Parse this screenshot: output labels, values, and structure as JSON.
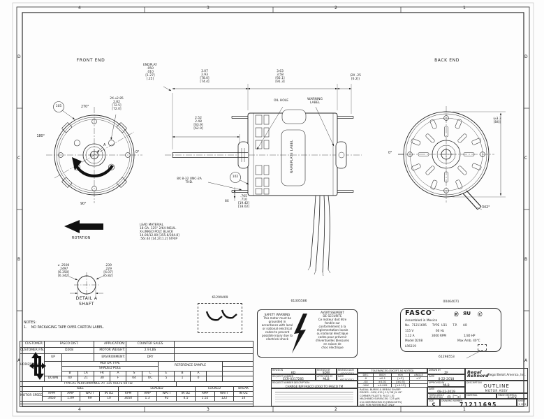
{
  "zones": {
    "cols": [
      "4",
      "3",
      "2",
      "1"
    ],
    "rows": [
      "D",
      "C",
      "B",
      "A"
    ]
  },
  "front": {
    "title": "FRONT END",
    "balloon": "105",
    "a270": "270°",
    "a0": "0°",
    "a180": "180°",
    "a90": "90°",
    "label_a": "A",
    "dim_bolt": [
      "2X ⌀2.85",
      "2.82",
      "[72.5]",
      "[72.0]"
    ],
    "rotation": "ROTATION"
  },
  "side": {
    "endplay": [
      "ENDPLAY",
      ".050",
      ".010",
      "[1.27]",
      "[.25]"
    ],
    "len1": [
      "3.07",
      "2.93",
      "[78.0]",
      "[74.4]"
    ],
    "len2": [
      "3.63",
      "3.58",
      "[92.1]",
      "[91.3]"
    ],
    "studs": [
      "(2X .25",
      "[6.2])"
    ],
    "oil": "OIL HOLE",
    "warn": [
      "WARNING",
      "LABEL"
    ],
    "shaft_len": [
      "2.52",
      "2.48",
      "[63.9]",
      "[62.9]"
    ],
    "balloon": "102",
    "thread": [
      "8X 8-32 UNC-2A",
      "THD."
    ],
    "qty8": "8X",
    "dim8": [
      ".765",
      ".710",
      "[19.42]",
      "[18.02]"
    ],
    "nameplate_label": "NAMEPLATE LABEL"
  },
  "back": {
    "title": "BACK END",
    "dia": [
      "(⌀3.3",
      "[84])"
    ],
    "a0": "0°",
    "a342": "342°"
  },
  "detail": {
    "title": "DETAIL A",
    "subtitle": "SHAFT",
    "dia": [
      "⌀ .2500",
      ".2497",
      "[6.350]",
      "[6.342]"
    ],
    "flat": [
      ".239",
      ".229",
      "[6.07]",
      "[5.82]"
    ]
  },
  "notes": {
    "heading": "NOTES:",
    "item1": "1.    NO PACKAGING TAPE OVER CARTON LABEL."
  },
  "lead_material": [
    "LEAD MATERIAL",
    "18 GA. 125° 2/64 INSUL.",
    "X-LINKED POLY. BLACK",
    "14.00/12.00 [355.6/304.8]",
    ".56/.44 [14.2/11.2] STRIP"
  ],
  "parts": {
    "leads": "61299409",
    "safety": "61305586",
    "nameplate": "00464071",
    "carton": "61298553"
  },
  "safety": {
    "en": [
      "SAFETY WARNING",
      "This motor must be",
      "grounded in",
      "accordance with local",
      "or national electrical",
      "codes to prevent",
      "possible injury due to",
      "electrical shock"
    ],
    "fr": [
      "AVERTISSEMENT",
      "DE SECURITE",
      "Ce moteur doit être",
      "fondée sur",
      "conformément à la",
      "réglementation locale",
      "ou national électrique",
      "codes pour prévenir",
      "d'éventuelles blessures",
      "en raison de",
      "choc électrique"
    ]
  },
  "nameplate": {
    "brand": "FASCO",
    "tm": "™",
    "marks": [
      "Ⓡ",
      "ЯU",
      "Ⓒ"
    ],
    "assembled": "Assembled in Mexico",
    "line_no": "No.  71211695      TYPE  U31      T.P.      AO",
    "volts": "115 V",
    "hz": "60 Hz",
    "amps": "1.12 A",
    "rpm": "3000 RPM",
    "hp": "1/30 HP",
    "model": "Model D208",
    "amb": "Max Amb. 40°C",
    "lr": "LR6319"
  },
  "order": {
    "customer_label": "CUSTOMER:",
    "customer": "FASCO DIST.",
    "application_label": "APPLICATION:",
    "application": "COUNTER SALES",
    "pn_label": "CUSTOMER P.N.:",
    "pn": "D208",
    "weight_label": "MOTOR WEIGHT:",
    "weight": "2.9 LBS",
    "env_label": "ENVIRONMENT:",
    "env": "DRY",
    "horizontal": "HORIZONTAL",
    "up": "UP",
    "down": "DOWN",
    "motor_type_label": "MOTOR TYPE",
    "motor_type": "SHADED POLE",
    "ref_label": "REFERENCE SAMPLE",
    "cols": [
      "B",
      "LA",
      "FR",
      "A",
      "S",
      "C",
      "E",
      "B",
      "A",
      ""
    ],
    "vals": [
      "40",
      "21",
      "30",
      "F",
      "04",
      "OC",
      "5",
      "1",
      "0",
      ""
    ]
  },
  "perf": {
    "title": "TYPICAL PERFORMANCE AT 115 VOLTS 60 HZ",
    "row_label": "MOTOR SPEED",
    "g1": "IDLE",
    "g2": "LOADED",
    "g3": "LOCKED",
    "g4": "BREAK",
    "cols": [
      "RPM",
      "AMP",
      "WATT",
      "IN OZ",
      "RPM",
      "AMP",
      "WATT",
      "IN OZ",
      "AMP",
      "WATT",
      "IN OZ"
    ],
    "vals": [
      "3450",
      "1.09",
      "69",
      "10",
      "3050",
      "1.3",
      "92",
      "4.5",
      "1.52",
      "122",
      "14"
    ]
  },
  "tb": {
    "rev": {
      "h1": {
        "num": "REVISION",
        "by": "REVISED BY",
        "date": "REVISED DATE"
      },
      "r1": {
        "num": "KD",
        "by": "SDW",
        "date": "4/20/2023"
      },
      "h2": {
        "num": "REQUEST NUMBER",
        "by": "APPROVED BY",
        "date": "DATE"
      },
      "r2": {
        "num": "ECR-0317285",
        "by": "MLB",
        "date": "6/23/2022"
      },
      "desc_label": "REQUEST NUMBER DESCRIPTION:",
      "desc": "CHANGE N/P FASCO LOGO TO FASCO TM"
    },
    "tol": {
      "title": "TOLERANCES (EXCEPT AS NOTED)",
      "h": [
        "DEC",
        "INCH",
        "mm",
        "ANGLE"
      ],
      "r1": [
        ".X",
        "±0.1",
        "[±3]",
        "±1°"
      ],
      "r2": [
        ".XX",
        "±0.01",
        "[±0.5]",
        ""
      ],
      "r3": [
        ".XXX",
        "±0.005",
        "[±0.13]",
        ""
      ],
      "notes": [
        "RADIAL BURRS & BREAK SHARP",
        "EDGES: .005/.015 [.13/.38] X 45°",
        "CORNER FILLETS: R.02 [.5]",
        "MACHINED SURFACES: 125 µIN",
        "mm DIMENSIONS IN [BRACKETS]",
        "ARE FOR REFERENCE ONLY"
      ]
    },
    "appr": {
      "drawn_label": "DRAWN BY",
      "drawn": "ZF",
      "date1_label": "DATE",
      "date1": "8-22-2018",
      "approved_label": "APPROVED BY",
      "approved": "MLB",
      "date2_label": "DATE",
      "date2": "08-22-2019",
      "third_angle": [
        "THIRD ANGLE",
        "PROJECTION"
      ]
    },
    "co": {
      "logo1": "Regal",
      "logo2": "Rexnord",
      "name": "Regal Beloit America, Inc.",
      "desc_label": "DESCRIPTION",
      "desc1": "OUTLINE",
      "desc2": "MOTOR ASSY",
      "material_label": "MATERIAL",
      "finish_label": "FINISH MATERIAL",
      "finish": "BLACK",
      "size_label": "SIZE",
      "size": "C",
      "dwg_label": "DRAWING NUMBER",
      "dwg": "71211695",
      "sheet_label": "SHEET",
      "sheet": "1 OF2"
    }
  }
}
